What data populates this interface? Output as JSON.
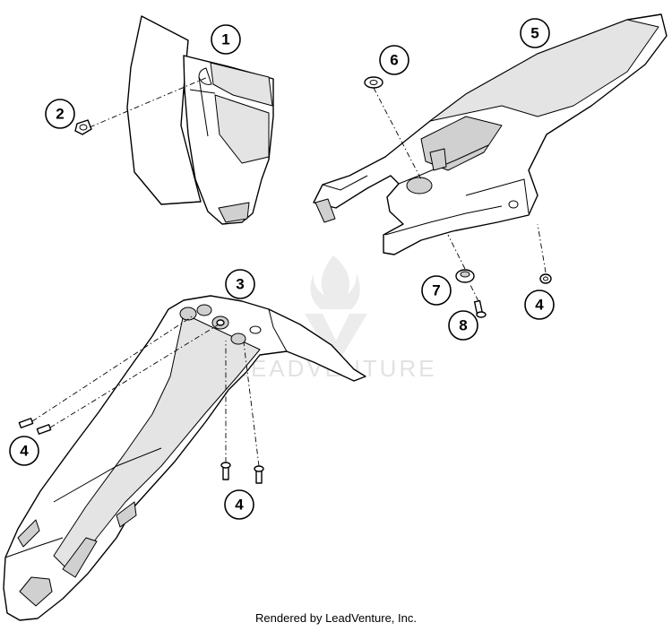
{
  "callouts": {
    "c1": "1",
    "c2": "2",
    "c3": "3",
    "c4a": "4",
    "c4b": "4",
    "c4c": "4",
    "c5": "5",
    "c6": "6",
    "c7": "7",
    "c8": "8"
  },
  "watermark": {
    "text": "LEADVENTURE"
  },
  "footer": {
    "text": "Rendered by LeadVenture, Inc."
  }
}
